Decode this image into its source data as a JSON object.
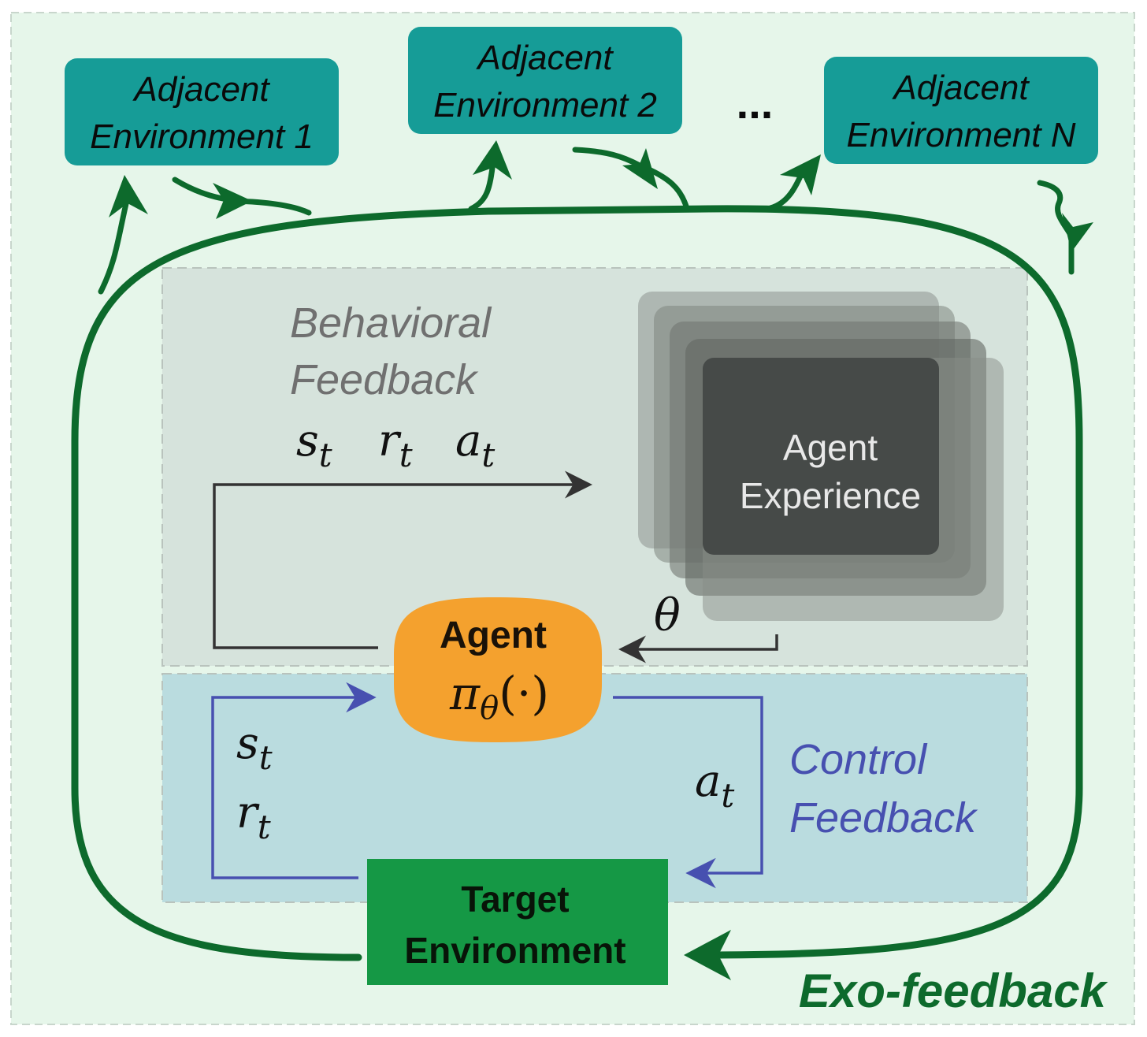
{
  "adjacent_environments": [
    {
      "line1": "Adjacent",
      "line2": "Environment 1"
    },
    {
      "line1": "Adjacent",
      "line2": "Environment 2"
    },
    {
      "line1": "Adjacent",
      "line2": "Environment N"
    }
  ],
  "ellipsis": "...",
  "behavioral": {
    "line1": "Behavioral",
    "line2": "Feedback"
  },
  "experience": {
    "line1": "Agent",
    "line2": "Experience"
  },
  "agent": {
    "title": "Agent",
    "policy": "πθ(·)"
  },
  "target": {
    "line1": "Target",
    "line2": "Environment"
  },
  "control": {
    "line1": "Control",
    "line2": "Feedback"
  },
  "exo_label": "Exo-feedback",
  "math": {
    "theta": "θ",
    "s_t": "st",
    "r_t": "rt",
    "a_t": "at"
  },
  "colors": {
    "exo_green": "#0d6a2c",
    "adjacent_teal": "#169c97",
    "agent_orange": "#f4a12e",
    "target_green": "#159845",
    "control_blue": "#4750b0",
    "behavioral_gray": "#707070"
  }
}
